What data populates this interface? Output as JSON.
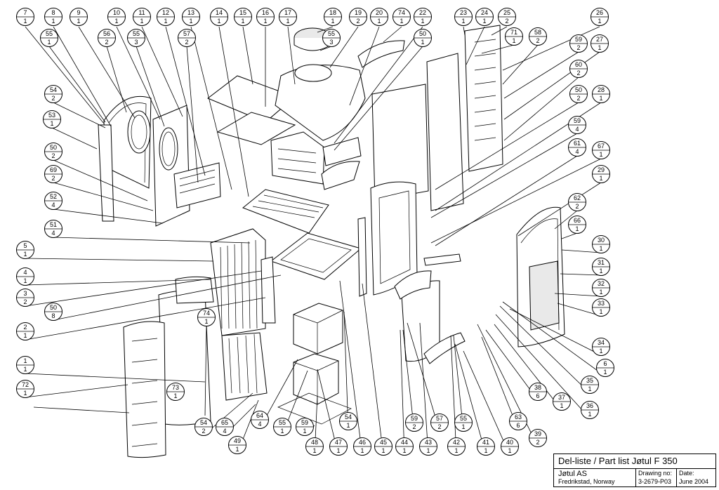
{
  "title_block": {
    "title": "Del-liste / Part list Jøtul F 350",
    "company": "Jøtul AS",
    "city": "Fredrikstad, Norway",
    "drawing_label": "Drawing no:",
    "drawing_no": "3-2679-P03",
    "date_label": "Date:",
    "date": "June 2004"
  },
  "callouts": [
    {
      "num": "7",
      "qty": "1"
    },
    {
      "num": "8",
      "qty": "1"
    },
    {
      "num": "9",
      "qty": "1"
    },
    {
      "num": "10",
      "qty": "1"
    },
    {
      "num": "11",
      "qty": "1"
    },
    {
      "num": "12",
      "qty": "1"
    },
    {
      "num": "13",
      "qty": "1"
    },
    {
      "num": "14",
      "qty": "1"
    },
    {
      "num": "15",
      "qty": "1"
    },
    {
      "num": "16",
      "qty": "1"
    },
    {
      "num": "17",
      "qty": "1"
    },
    {
      "num": "18",
      "qty": "1"
    },
    {
      "num": "19",
      "qty": "2"
    },
    {
      "num": "20",
      "qty": "1"
    },
    {
      "num": "74",
      "qty": "1"
    },
    {
      "num": "22",
      "qty": "1"
    },
    {
      "num": "23",
      "qty": "1"
    },
    {
      "num": "24",
      "qty": "1"
    },
    {
      "num": "25",
      "qty": "2"
    },
    {
      "num": "26",
      "qty": "1"
    },
    {
      "num": "55",
      "qty": "1"
    },
    {
      "num": "56",
      "qty": "2"
    },
    {
      "num": "55",
      "qty": "3"
    },
    {
      "num": "57",
      "qty": "2"
    },
    {
      "num": "55",
      "qty": "3"
    },
    {
      "num": "50",
      "qty": "1"
    },
    {
      "num": "71",
      "qty": "1"
    },
    {
      "num": "58",
      "qty": "2"
    },
    {
      "num": "59",
      "qty": "2"
    },
    {
      "num": "27",
      "qty": "1"
    },
    {
      "num": "60",
      "qty": "2"
    },
    {
      "num": "50",
      "qty": "2"
    },
    {
      "num": "28",
      "qty": "1"
    },
    {
      "num": "54",
      "qty": "2"
    },
    {
      "num": "53",
      "qty": "1"
    },
    {
      "num": "50",
      "qty": "2"
    },
    {
      "num": "69",
      "qty": "2"
    },
    {
      "num": "52",
      "qty": "4"
    },
    {
      "num": "51",
      "qty": "4"
    },
    {
      "num": "59",
      "qty": "4"
    },
    {
      "num": "61",
      "qty": "4"
    },
    {
      "num": "67",
      "qty": "1"
    },
    {
      "num": "29",
      "qty": "1"
    },
    {
      "num": "62",
      "qty": "2"
    },
    {
      "num": "66",
      "qty": "1"
    },
    {
      "num": "5",
      "qty": "1"
    },
    {
      "num": "4",
      "qty": "1"
    },
    {
      "num": "3",
      "qty": "2"
    },
    {
      "num": "50",
      "qty": "8"
    },
    {
      "num": "2",
      "qty": "1"
    },
    {
      "num": "1",
      "qty": "1"
    },
    {
      "num": "72",
      "qty": "1"
    },
    {
      "num": "74",
      "qty": "1"
    },
    {
      "num": "73",
      "qty": "1"
    },
    {
      "num": "30",
      "qty": "1"
    },
    {
      "num": "31",
      "qty": "1"
    },
    {
      "num": "32",
      "qty": "1"
    },
    {
      "num": "33",
      "qty": "1"
    },
    {
      "num": "34",
      "qty": "1"
    },
    {
      "num": "6",
      "qty": "1"
    },
    {
      "num": "35",
      "qty": "1"
    },
    {
      "num": "36",
      "qty": "1"
    },
    {
      "num": "37",
      "qty": "1"
    },
    {
      "num": "38",
      "qty": "6"
    },
    {
      "num": "63",
      "qty": "6"
    },
    {
      "num": "39",
      "qty": "2"
    },
    {
      "num": "40",
      "qty": "1"
    },
    {
      "num": "41",
      "qty": "1"
    },
    {
      "num": "42",
      "qty": "1"
    },
    {
      "num": "43",
      "qty": "1"
    },
    {
      "num": "44",
      "qty": "1"
    },
    {
      "num": "45",
      "qty": "1"
    },
    {
      "num": "46",
      "qty": "1"
    },
    {
      "num": "47",
      "qty": "1"
    },
    {
      "num": "48",
      "qty": "1"
    },
    {
      "num": "49",
      "qty": "1"
    },
    {
      "num": "54",
      "qty": "2"
    },
    {
      "num": "65",
      "qty": "4"
    },
    {
      "num": "64",
      "qty": "4"
    },
    {
      "num": "55",
      "qty": "1"
    },
    {
      "num": "59",
      "qty": "1"
    },
    {
      "num": "54",
      "qty": "1"
    },
    {
      "num": "59",
      "qty": "2"
    },
    {
      "num": "57",
      "qty": "2"
    },
    {
      "num": "55",
      "qty": "1"
    }
  ]
}
